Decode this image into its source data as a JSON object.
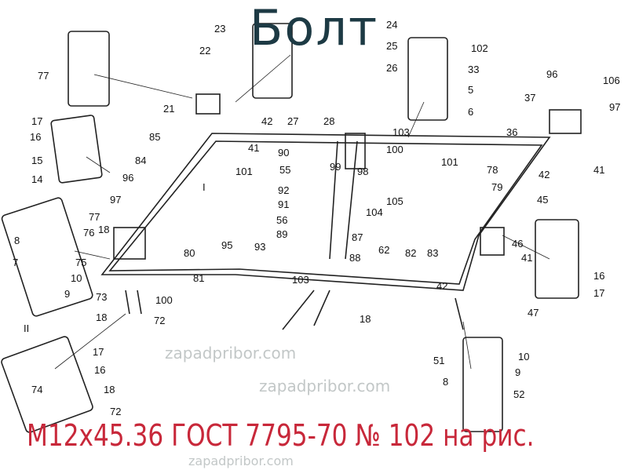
{
  "title": "Болт",
  "caption": "М12х45.36 ГОСТ 7795-70 № 102 на рис.",
  "watermark": "zapadpribor.com",
  "colors": {
    "title": "#1d3a44",
    "caption": "#c8283a",
    "lines": "#222222"
  },
  "callouts": [
    "77",
    "22",
    "23",
    "24",
    "25",
    "26",
    "102",
    "33",
    "5",
    "6",
    "96",
    "106",
    "37",
    "97",
    "21",
    "17",
    "16",
    "15",
    "14",
    "85",
    "42",
    "27",
    "28",
    "103",
    "100",
    "36",
    "41",
    "84",
    "101",
    "90",
    "55",
    "99",
    "98",
    "101",
    "78",
    "79",
    "42",
    "41",
    "96",
    "97",
    "92",
    "91",
    "56",
    "89",
    "104",
    "105",
    "45",
    "8",
    "77",
    "76",
    "18",
    "75",
    "7",
    "10",
    "9",
    "80",
    "95",
    "93",
    "87",
    "88",
    "62",
    "82",
    "83",
    "46",
    "41",
    "81",
    "103",
    "42",
    "16",
    "17",
    "73",
    "100",
    "18",
    "72",
    "18",
    "47",
    "51",
    "10",
    "9",
    "8",
    "52",
    "17",
    "16",
    "74",
    "18",
    "72",
    "II",
    "I"
  ]
}
